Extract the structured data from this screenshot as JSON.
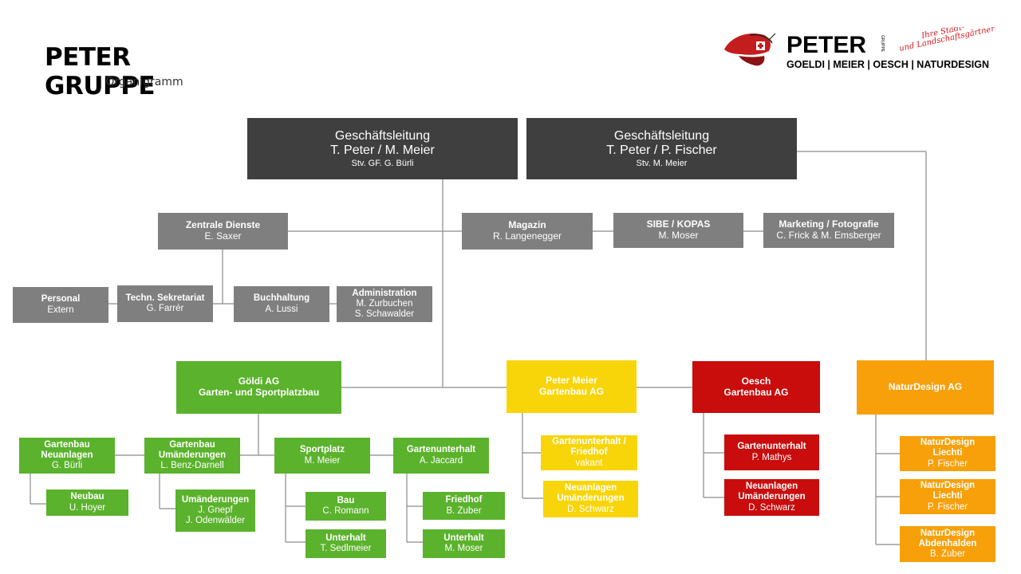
{
  "header": {
    "title": "PETER GRUPPE",
    "subtitle": "Organigramm"
  },
  "logo": {
    "brand": "PETER",
    "gruppe": "GRUPPE",
    "tagline_line1": "Ihre Stadt-",
    "tagline_line2": "und Landschaftsgärtner",
    "companies": "GOELDI | MEIER | OESCH | NATURDESIGN",
    "colors": {
      "red": "#d7191c",
      "black": "#000000"
    }
  },
  "colors": {
    "management": "#3f3f3f",
    "central": "#7f7f7f",
    "goeldi": "#5bb22c",
    "meier": "#f8d509",
    "oesch": "#c90c0c",
    "naturdesign": "#f7a00a",
    "connector": "#8a8a8a"
  },
  "nodes": {
    "gl1": {
      "title_lines": [
        "Geschäftsleitung",
        "T. Peter / M. Meier"
      ],
      "sub": [
        "Stv. GF. G. Bürli"
      ]
    },
    "gl2": {
      "title_lines": [
        "Geschäftsleitung",
        "T. Peter / P. Fischer"
      ],
      "sub": [
        "Stv. M. Meier"
      ]
    },
    "zentrale": {
      "title_lines": [
        "Zentrale Dienste"
      ],
      "sub": [
        "E. Saxer"
      ]
    },
    "magazin": {
      "title_lines": [
        "Magazin"
      ],
      "sub": [
        "R. Langenegger"
      ]
    },
    "sibe": {
      "title_lines": [
        "SIBE / KOPAS"
      ],
      "sub": [
        "M. Moser"
      ]
    },
    "marketing": {
      "title_lines": [
        "Marketing / Fotografie"
      ],
      "sub": [
        "C. Frick & M. Emsberger"
      ]
    },
    "personal": {
      "title_lines": [
        "Personal"
      ],
      "sub": [
        "Extern"
      ]
    },
    "sekretariat": {
      "title_lines": [
        "Techn. Sekretariat"
      ],
      "sub": [
        "G. Farrér"
      ]
    },
    "buchhaltung": {
      "title_lines": [
        "Buchhaltung"
      ],
      "sub": [
        "A. Lussi"
      ]
    },
    "administration": {
      "title_lines": [
        "Administration"
      ],
      "sub": [
        "M. Zurbuchen",
        "S. Schawalder"
      ]
    },
    "goeldi": {
      "title_lines": [
        "Göldi AG",
        "Garten- und Sportplatzbau"
      ],
      "sub": []
    },
    "meier": {
      "title_lines": [
        "Peter Meier",
        "Gartenbau AG"
      ],
      "sub": []
    },
    "oesch": {
      "title_lines": [
        "Oesch",
        "Gartenbau AG"
      ],
      "sub": []
    },
    "naturdesign": {
      "title_lines": [
        "NaturDesign AG"
      ],
      "sub": []
    },
    "g_neuanlagen": {
      "title_lines": [
        "Gartenbau",
        "Neuanlagen"
      ],
      "sub": [
        "G. Bürli"
      ]
    },
    "g_umaenderungen": {
      "title_lines": [
        "Gartenbau",
        "Umänderungen"
      ],
      "sub": [
        "L. Benz-Darnell"
      ]
    },
    "g_sportplatz": {
      "title_lines": [
        "Sportplatz"
      ],
      "sub": [
        "M. Meier"
      ]
    },
    "g_gartenunterhalt": {
      "title_lines": [
        "Gartenunterhalt"
      ],
      "sub": [
        "A. Jaccard"
      ]
    },
    "g_neubau": {
      "title_lines": [
        "Neubau"
      ],
      "sub": [
        "U. Hoyer"
      ]
    },
    "g_umaend2": {
      "title_lines": [
        "Umänderungen"
      ],
      "sub": [
        "J. Gnepf",
        "J. Odenwälder"
      ]
    },
    "g_bau": {
      "title_lines": [
        "Bau"
      ],
      "sub": [
        "C. Romann"
      ]
    },
    "g_unterhalt": {
      "title_lines": [
        "Unterhalt"
      ],
      "sub": [
        "T. Sedlmeier"
      ]
    },
    "g_friedhof": {
      "title_lines": [
        "Friedhof"
      ],
      "sub": [
        "B. Zuber"
      ]
    },
    "g_unterhalt2": {
      "title_lines": [
        "Unterhalt"
      ],
      "sub": [
        "M. Moser"
      ]
    },
    "m_gartenunterhalt": {
      "title_lines": [
        "Gartenunterhalt /",
        "Friedhof"
      ],
      "sub": [
        "vakant"
      ]
    },
    "m_neuanlagen": {
      "title_lines": [
        "Neuanlagen",
        "Umänderungen"
      ],
      "sub": [
        "D. Schwarz"
      ]
    },
    "o_gartenunterhalt": {
      "title_lines": [
        "Gartenunterhalt"
      ],
      "sub": [
        "P. Mathys"
      ]
    },
    "o_neuanlagen": {
      "title_lines": [
        "Neuanlagen",
        "Umänderungen"
      ],
      "sub": [
        "D. Schwarz"
      ]
    },
    "n_liechti1": {
      "title_lines": [
        "NaturDesign",
        "Liechti"
      ],
      "sub": [
        "P. Fischer"
      ]
    },
    "n_liechti2": {
      "title_lines": [
        "NaturDesign",
        "Liechti"
      ],
      "sub": [
        "P. Fischer"
      ]
    },
    "n_abdenhalden": {
      "title_lines": [
        "NaturDesign",
        "Abdenhalden"
      ],
      "sub": [
        "B. Zuber"
      ]
    }
  }
}
